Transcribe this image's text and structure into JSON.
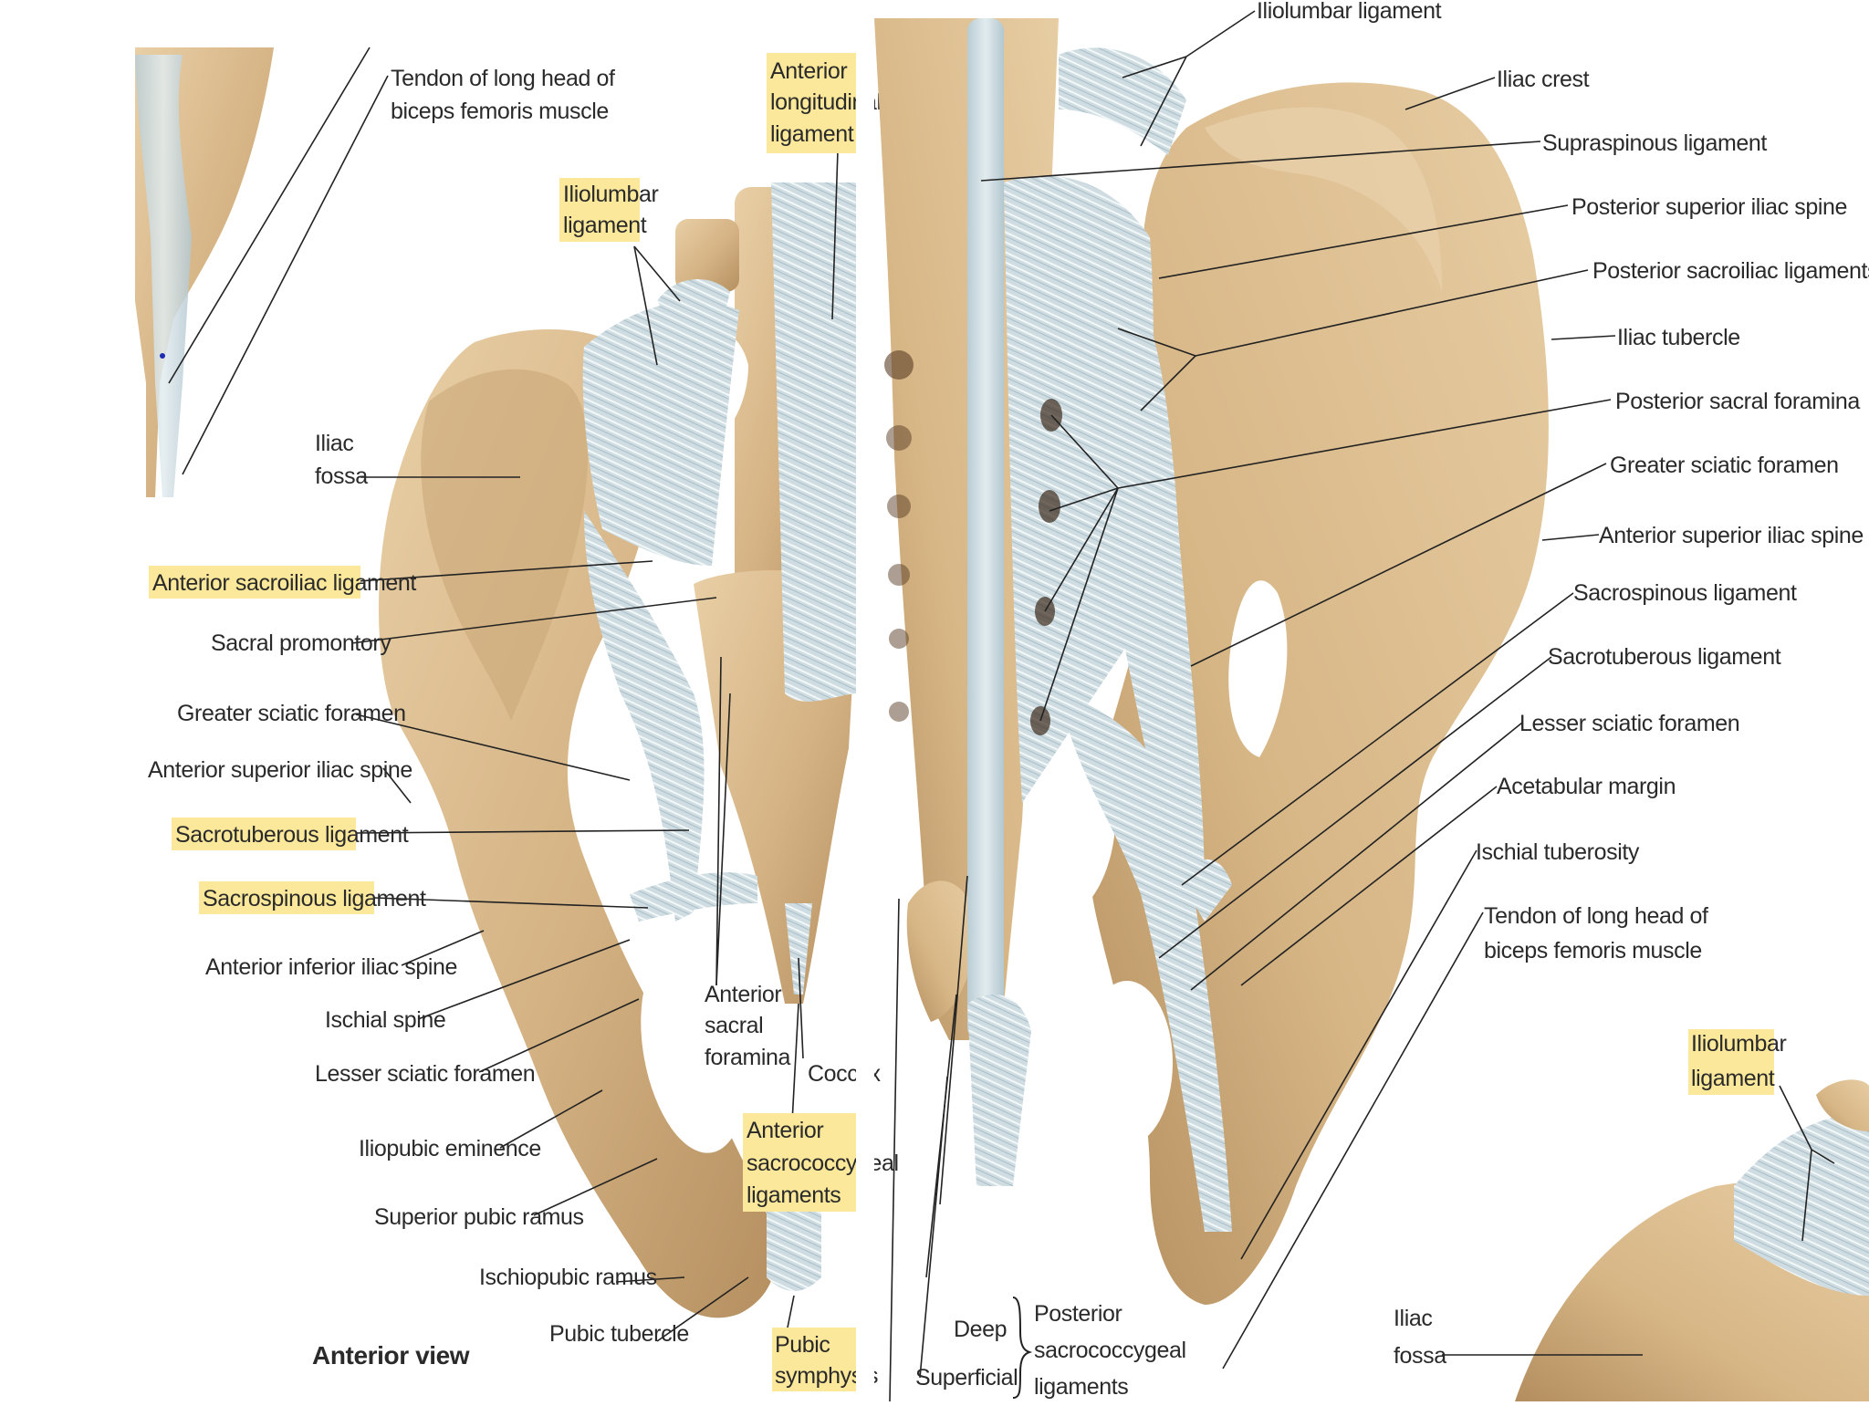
{
  "anterior_view": {
    "view_title": "Anterior view",
    "inset_label": [
      "Tendon of long head of",
      "biceps femoris muscle"
    ],
    "labels": {
      "anterior_longitudinal_ligament": [
        "Anterior",
        "longitudinal",
        "ligament"
      ],
      "iliolumbar_ligament": [
        "Iliolumbar",
        "ligament"
      ],
      "iliac_fossa": [
        "Iliac",
        "fossa"
      ],
      "anterior_sacroiliac_ligament": "Anterior sacroiliac ligament",
      "sacral_promontory": "Sacral promontory",
      "greater_sciatic_foramen": "Greater sciatic foramen",
      "anterior_superior_iliac_spine": "Anterior superior iliac spine",
      "sacrotuberous_ligament": "Sacrotuberous ligament",
      "sacrospinous_ligament": "Sacrospinous ligament",
      "anterior_inferior_iliac_spine": "Anterior inferior iliac spine",
      "ischial_spine": "Ischial spine",
      "lesser_sciatic_foramen": "Lesser sciatic foramen",
      "iliopubic_eminence": "Iliopubic eminence",
      "superior_pubic_ramus": "Superior pubic ramus",
      "ischiopubic_ramus": "Ischiopubic ramus",
      "pubic_tubercle": "Pubic tubercle",
      "anterior_sacral_foramina": [
        "Anterior",
        "sacral",
        "foramina"
      ],
      "coccyx": "Coccyx",
      "anterior_sacrococcygeal_ligaments": [
        "Anterior",
        "sacrococcygeal",
        "ligaments"
      ],
      "pubic_symphysis": [
        "Pubic",
        "symphysis"
      ]
    }
  },
  "posterior_view": {
    "labels": {
      "iliolumbar_ligament": "Iliolumbar ligament",
      "iliac_crest": "Iliac crest",
      "supraspinous_ligament": "Supraspinous ligament",
      "posterior_superior_iliac_spine": "Posterior superior iliac spine",
      "posterior_sacroiliac_ligaments": "Posterior sacroiliac ligaments",
      "iliac_tubercle": "Iliac tubercle",
      "posterior_sacral_foramina": "Posterior sacral foramina",
      "greater_sciatic_foramen": "Greater sciatic foramen",
      "anterior_superior_iliac_spine": "Anterior superior iliac spine",
      "sacrospinous_ligament": "Sacrospinous ligament",
      "sacrotuberous_ligament": "Sacrotuberous ligament",
      "lesser_sciatic_foramen": "Lesser sciatic foramen",
      "acetabular_margin": "Acetabular margin",
      "ischial_tuberosity": "Ischial tuberosity",
      "tendon_biceps_femoris": [
        "Tendon of long head of",
        "biceps femoris muscle"
      ],
      "deep": "Deep",
      "superficial": "Superficial",
      "posterior_sacrococcygeal_ligaments": [
        "Posterior",
        "sacrococcygeal",
        "ligaments"
      ],
      "iliolumbar_ligament_inset": [
        "Iliolumbar",
        "ligament"
      ],
      "iliac_fossa_inset": [
        "Iliac",
        "fossa"
      ]
    }
  },
  "colors": {
    "bone": "#d8b88a",
    "bone_shadow": "#b08a5c",
    "ligament": "#c9d9de",
    "highlight": "#fbe89a",
    "leader_line": "#222222"
  }
}
